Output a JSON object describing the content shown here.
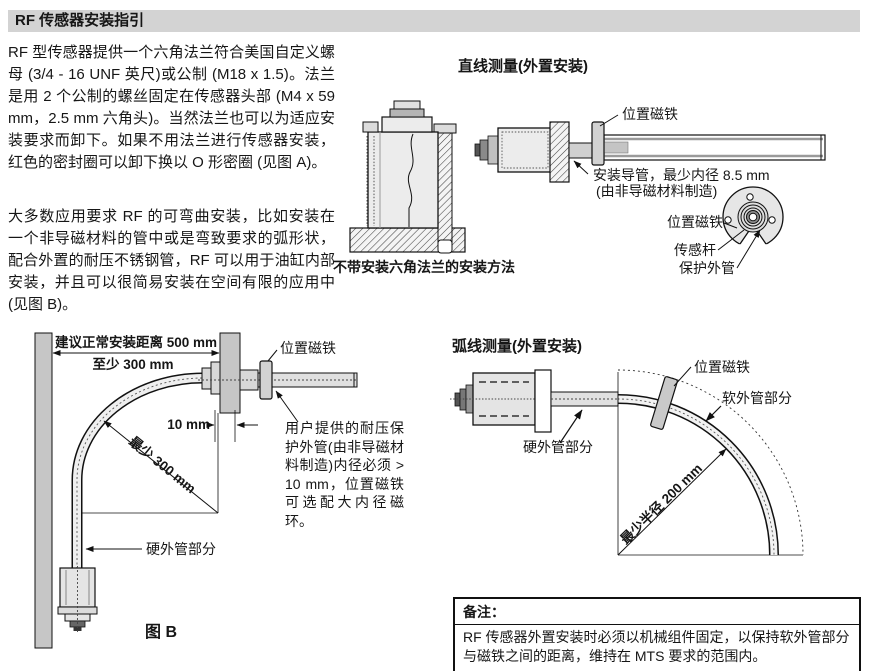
{
  "header": {
    "title": "RF 传感器安装指引"
  },
  "intro": {
    "para1": "RF 型传感器提供一个六角法兰符合美国自定义螺母 (3/4 - 16 UNF 英尺)或公制 (M18 x 1.5)。法兰是用 2 个公制的螺丝固定在传感器头部 (M4 x 59 mm，2.5 mm 六角头)。当然法兰也可以为适应安装要求而卸下。如果不用法兰进行传感器安装，红色的密封圈可以卸下换以 O 形密圈 (见图 A)。",
    "para2": "大多数应用要求 RF 的可弯曲安装，比如安装在一个非导磁材料的管中或是弯致要求的弧形状，配合外置的耐压不锈钢管，RF 可以用于油缸内部安装，并且可以很简易安装在空间有限的应用中(见图 B)。"
  },
  "straight": {
    "heading": "直线测量(外置安装)",
    "magnet_label": "位置磁铁",
    "guide_label1": "安装导管，最少内径 8.5 mm",
    "guide_label2": "(由非导磁材料制造)"
  },
  "no_flange": {
    "caption": "不带安装六角法兰的安装方法"
  },
  "end_view": {
    "magnet_label": "位置磁铁",
    "rod_label": "传感杆",
    "tube_label": "保护外管"
  },
  "figure_b": {
    "dim_500": "建议正常安装距离 500 mm",
    "dim_300": "至少 300 mm",
    "magnet_label": "位置磁铁",
    "dim_10": "10 mm",
    "radius_label": "最少 300 mm",
    "user_tube_note": "用户提供的耐压保护外管(由非导磁材料制造)内径必须 > 10 mm，位置磁铁可选配大内径磁环。",
    "hard_tube_label": "硬外管部分",
    "caption": "图 B"
  },
  "arc": {
    "heading": "弧线测量(外置安装)",
    "magnet_label": "位置磁铁",
    "soft_tube_label": "软外管部分",
    "hard_tube_label": "硬外管部分",
    "radius_label": "最少半径 200 mm"
  },
  "note": {
    "title": "备注：",
    "text": "RF 传感器外置安装时必须以机械组件固定，以保持软外管部分与磁铁之间的距离，维持在 MTS 要求的范围内。"
  },
  "colors": {
    "title_bar_bg": "#d3d3d3",
    "part_fill": "#e8e8e8",
    "line": "#161616"
  }
}
